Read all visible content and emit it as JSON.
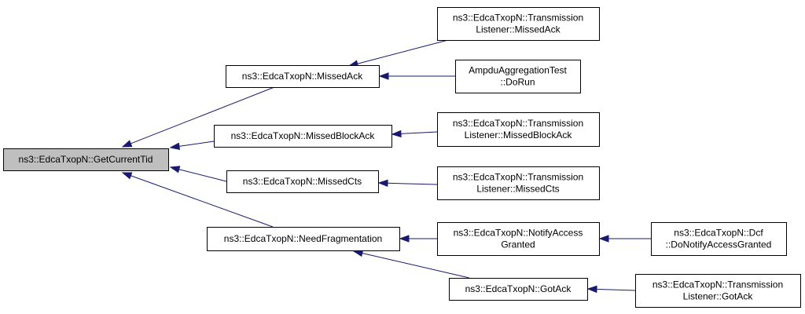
{
  "colors": {
    "edge": "#191970",
    "root_fill": "#bfbfbf",
    "node_fill": "#ffffff",
    "border": "#000000"
  },
  "nodes": [
    {
      "id": "getcurrenttid",
      "lines": [
        "ns3::EdcaTxopN::GetCurrentTid"
      ],
      "root": true
    },
    {
      "id": "missedack",
      "lines": [
        "ns3::EdcaTxopN::MissedAck"
      ]
    },
    {
      "id": "missedblockack",
      "lines": [
        "ns3::EdcaTxopN::MissedBlockAck"
      ]
    },
    {
      "id": "missedcts",
      "lines": [
        "ns3::EdcaTxopN::MissedCts"
      ]
    },
    {
      "id": "needfragmentation",
      "lines": [
        "ns3::EdcaTxopN::NeedFragmentation"
      ]
    },
    {
      "id": "tl-missedack",
      "lines": [
        "ns3::EdcaTxopN::Transmission",
        "Listener::MissedAck"
      ]
    },
    {
      "id": "ampdu-dorun",
      "lines": [
        "AmpduAggregationTest",
        "::DoRun"
      ]
    },
    {
      "id": "tl-missedblockack",
      "lines": [
        "ns3::EdcaTxopN::Transmission",
        "Listener::MissedBlockAck"
      ]
    },
    {
      "id": "tl-missedcts",
      "lines": [
        "ns3::EdcaTxopN::Transmission",
        "Listener::MissedCts"
      ]
    },
    {
      "id": "notifyaccessgranted",
      "lines": [
        "ns3::EdcaTxopN::NotifyAccess",
        "Granted"
      ]
    },
    {
      "id": "gotack",
      "lines": [
        "ns3::EdcaTxopN::GotAck"
      ]
    },
    {
      "id": "dcf-donotify",
      "lines": [
        "ns3::EdcaTxopN::Dcf",
        "::DoNotifyAccessGranted"
      ]
    },
    {
      "id": "tl-gotack",
      "lines": [
        "ns3::EdcaTxopN::Transmission",
        "Listener::GotAck"
      ]
    }
  ],
  "edges": [
    {
      "from": "missedack",
      "to": "getcurrenttid"
    },
    {
      "from": "missedblockack",
      "to": "getcurrenttid"
    },
    {
      "from": "missedcts",
      "to": "getcurrenttid"
    },
    {
      "from": "needfragmentation",
      "to": "getcurrenttid"
    },
    {
      "from": "tl-missedack",
      "to": "missedack"
    },
    {
      "from": "ampdu-dorun",
      "to": "missedack"
    },
    {
      "from": "tl-missedblockack",
      "to": "missedblockack"
    },
    {
      "from": "tl-missedcts",
      "to": "missedcts"
    },
    {
      "from": "notifyaccessgranted",
      "to": "needfragmentation"
    },
    {
      "from": "gotack",
      "to": "needfragmentation"
    },
    {
      "from": "dcf-donotify",
      "to": "notifyaccessgranted"
    },
    {
      "from": "tl-gotack",
      "to": "gotack"
    }
  ]
}
